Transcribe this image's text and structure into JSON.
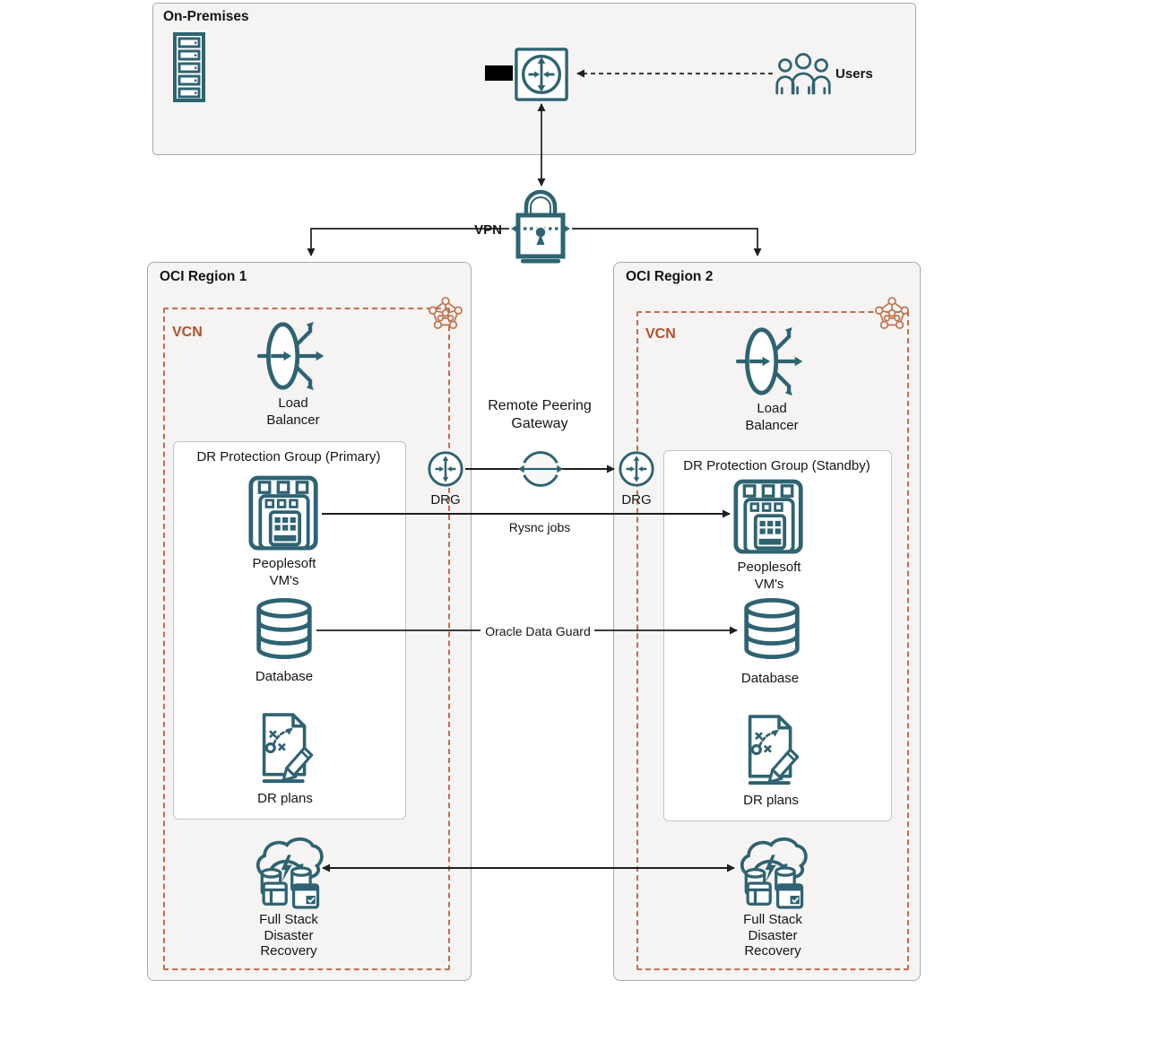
{
  "diagram": {
    "colors": {
      "teal": "#2E6372",
      "vcn_text": "#B2512C",
      "vcn_dash": "#BD6F4F",
      "box_background": "#F5F4F2",
      "arrow": "#1F1F1F"
    },
    "on_premises": {
      "title": "On-Premises",
      "users_label": "Users"
    },
    "vpn_label": "VPN",
    "connections": {
      "remote_peering_gateway": "Remote Peering\nGateway",
      "drg_left": "DRG",
      "drg_right": "DRG",
      "rsync": "Rysnc jobs",
      "data_guard": "Oracle Data Guard"
    },
    "region1": {
      "title": "OCI Region 1",
      "vcn": "VCN",
      "load_balancer": "Load\nBalancer",
      "dr_group_title": "DR Protection Group (Primary)",
      "peoplesoft": "Peoplesoft\nVM's",
      "database": "Database",
      "dr_plans": "DR plans",
      "full_stack": "Full Stack\nDisaster\nRecovery"
    },
    "region2": {
      "title": "OCI Region 2",
      "vcn": "VCN",
      "load_balancer": "Load\nBalancer",
      "dr_group_title": "DR Protection Group (Standby)",
      "peoplesoft": "Peoplesoft\nVM's",
      "database": "Database",
      "dr_plans": "DR plans",
      "full_stack": "Full Stack\nDisaster\nRecovery"
    }
  }
}
